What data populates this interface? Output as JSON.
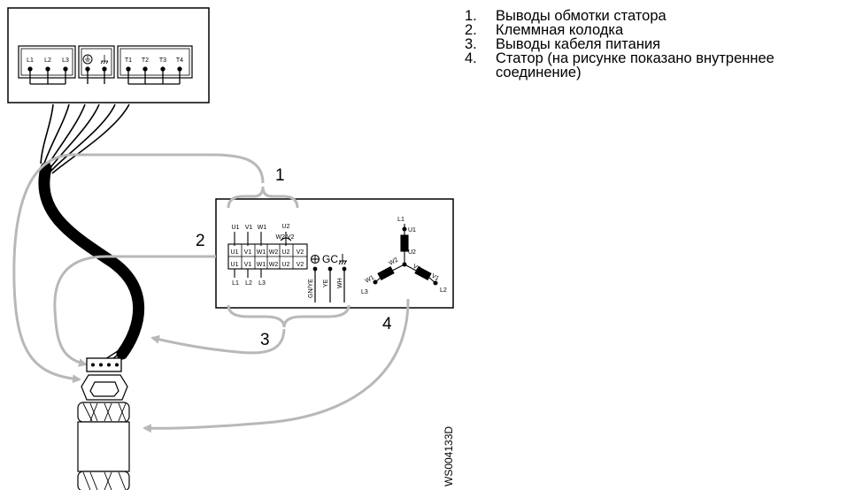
{
  "legend": {
    "items": [
      {
        "num": "1.",
        "text": "Выводы обмотки статора"
      },
      {
        "num": "2.",
        "text": "Клеммная колодка"
      },
      {
        "num": "3.",
        "text": "Выводы кабеля питания"
      },
      {
        "num": "4.",
        "text": "Статор (на рисунке показано внутреннее соединение)"
      }
    ]
  },
  "power_box": {
    "terminals_left": [
      "L1",
      "L2",
      "L3"
    ],
    "terminals_right": [
      "T1",
      "T2",
      "T3",
      "T4"
    ]
  },
  "terminal_block": {
    "top_labels": [
      "U1",
      "V1",
      "W1"
    ],
    "top_label_u2": "U2",
    "top_label_w2v2": "W2 V2",
    "cells": [
      "U1",
      "V1",
      "W1",
      "W2",
      "U2",
      "V2"
    ],
    "bottom_labels": [
      "L1",
      "L2",
      "L3"
    ],
    "ground_wire": "GN/YE",
    "ye_wire": "YE",
    "wh_wire": "WH",
    "gc_label": "GC"
  },
  "star": {
    "labels": [
      "L1",
      "U1",
      "U2",
      "W1",
      "W2",
      "V2",
      "V1",
      "L3",
      "L2"
    ]
  },
  "callouts": [
    "1",
    "2",
    "3",
    "4"
  ],
  "figure_id": "WS004133D",
  "colors": {
    "line": "#000000",
    "arrow": "#b8b8b8",
    "cable": "#000000"
  }
}
